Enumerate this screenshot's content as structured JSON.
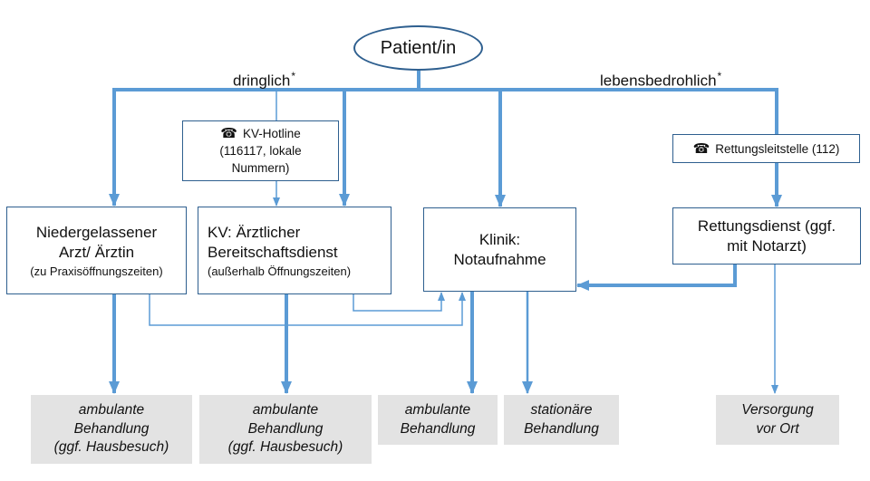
{
  "root": {
    "label": "Patient/in"
  },
  "branches": {
    "urgent": {
      "label": "dringlich",
      "mark": "*"
    },
    "life_threatening": {
      "label": "lebensbedrohlich",
      "mark": "*"
    }
  },
  "contacts": {
    "kv_hotline": {
      "icon": "telephone-icon",
      "glyph": "☎",
      "lines": [
        "KV-Hotline",
        "(116117, lokale",
        "Nummern)"
      ]
    },
    "rescue_dispatch": {
      "icon": "telephone-icon",
      "glyph": "☎",
      "label": "Rettungsleitstelle (112)"
    }
  },
  "providers": {
    "gp": {
      "lines": [
        "Niedergelassener",
        "Arzt/ Ärztin"
      ],
      "note": "(zu Praxisöffnungszeiten)"
    },
    "kv_service": {
      "lines": [
        "KV: Ärztlicher",
        "Bereitschaftsdienst"
      ],
      "note": "(außerhalb Öffnungszeiten)"
    },
    "clinic": {
      "lines": [
        "Klinik:",
        "Notaufnahme"
      ]
    },
    "ems": {
      "lines": [
        "Rettungsdienst (ggf.",
        "mit Notarzt)"
      ]
    }
  },
  "outcomes": [
    {
      "lines": [
        "ambulante",
        "Behandlung",
        "(ggf. Hausbesuch)"
      ]
    },
    {
      "lines": [
        "ambulante",
        "Behandlung",
        "(ggf. Hausbesuch)"
      ]
    },
    {
      "lines": [
        "ambulante",
        "Behandlung"
      ]
    },
    {
      "lines": [
        "stationäre",
        "Behandlung"
      ]
    },
    {
      "lines": [
        "Versorgung",
        "vor Ort"
      ]
    }
  ],
  "colors": {
    "arrow": "#5b9bd5",
    "box_border": "#2e5f8f",
    "outcome_fill": "#e3e3e3"
  }
}
